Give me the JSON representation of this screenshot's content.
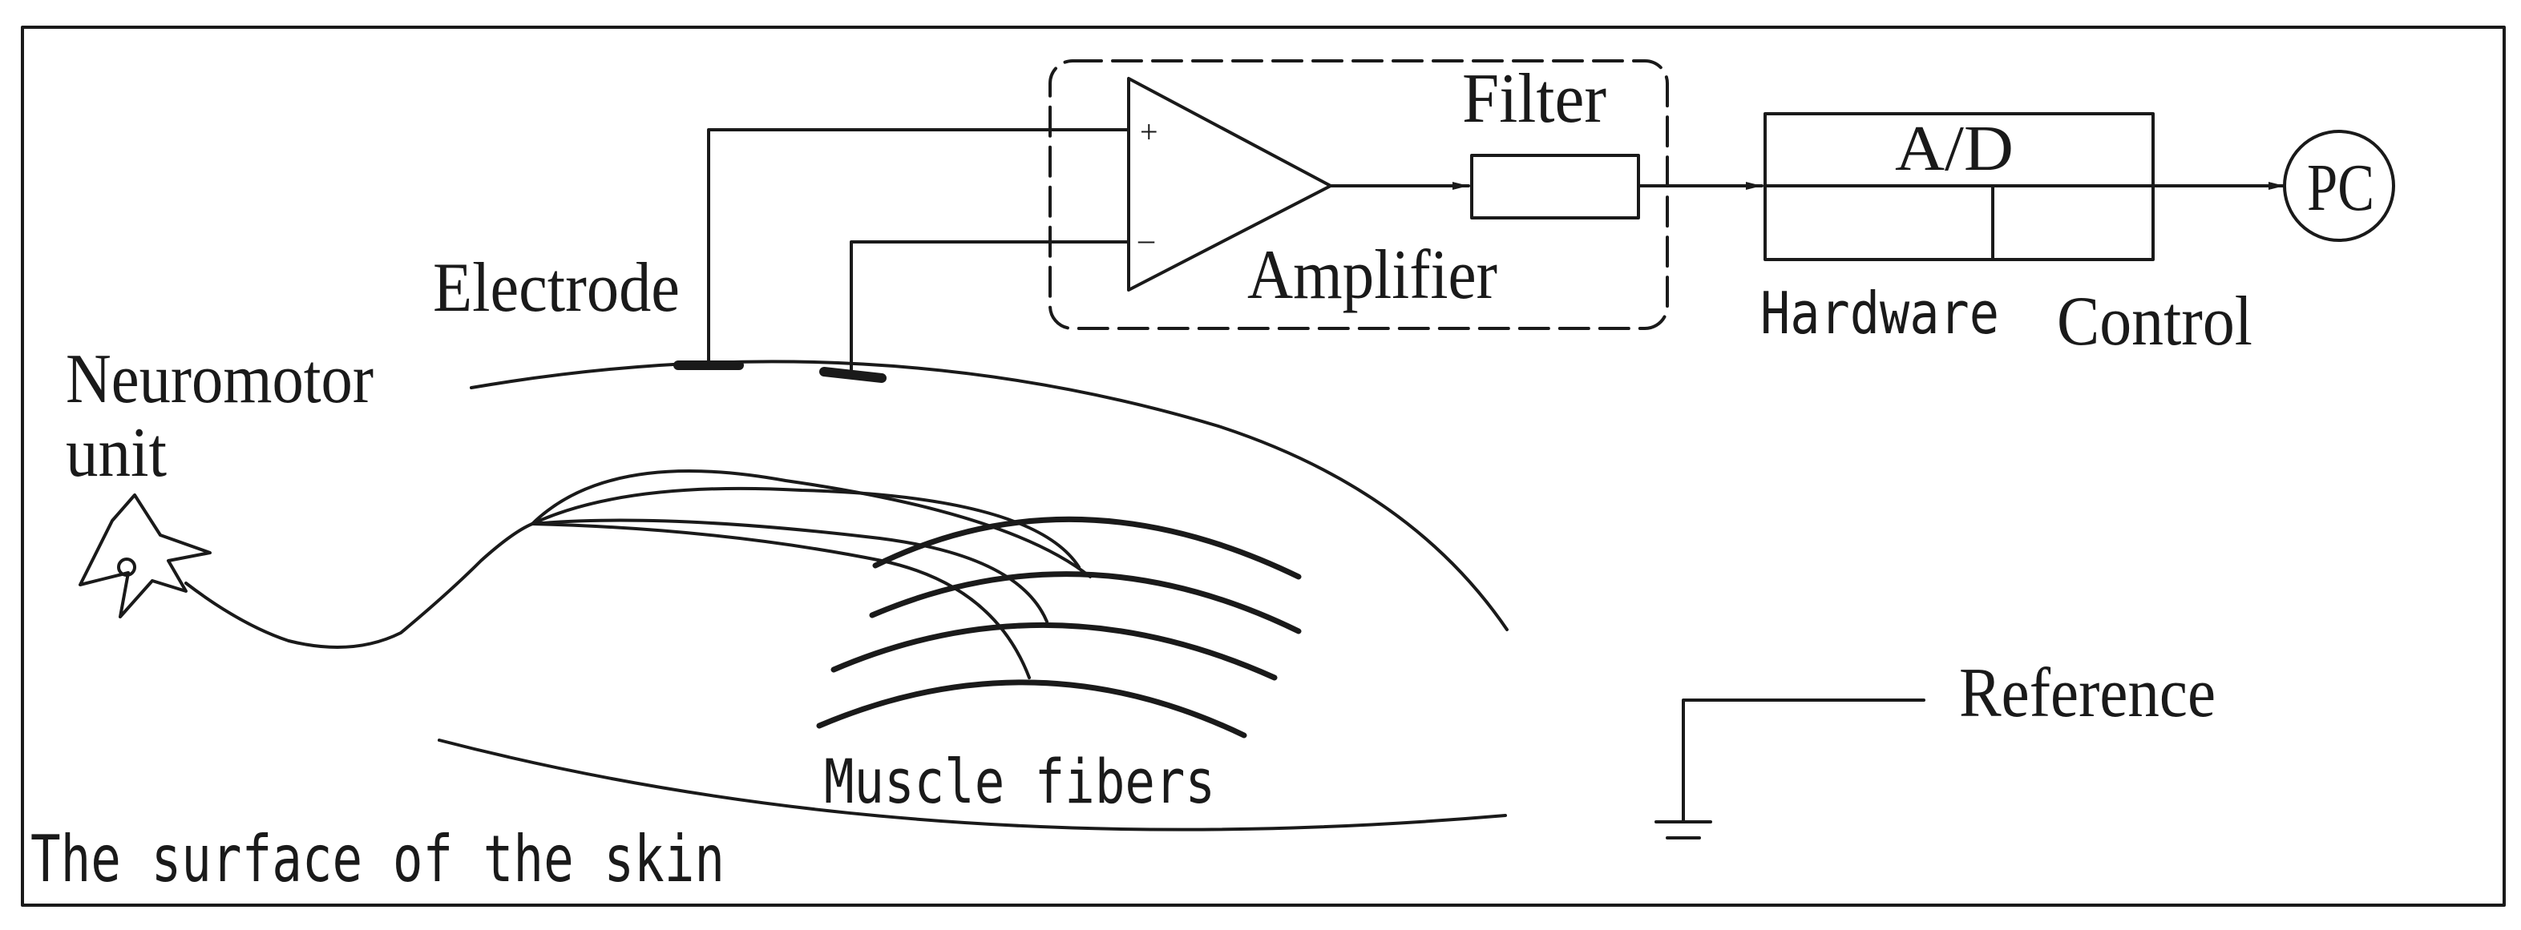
{
  "labels": {
    "electrode": "Electrode",
    "neuromotor_line1": "Neuromotor",
    "neuromotor_line2": "unit",
    "filter": "Filter",
    "amplifier": "Amplifier",
    "plus": "+",
    "minus": "–",
    "ad": "A/D",
    "hardware": "Hardware",
    "control": "Control",
    "pc": "PC",
    "reference": "Reference",
    "muscle_fibers": "Muscle fibers",
    "skin_surface": "The surface of the skin"
  },
  "colors": {
    "line": "#1a1a1a",
    "background": "#ffffff"
  }
}
